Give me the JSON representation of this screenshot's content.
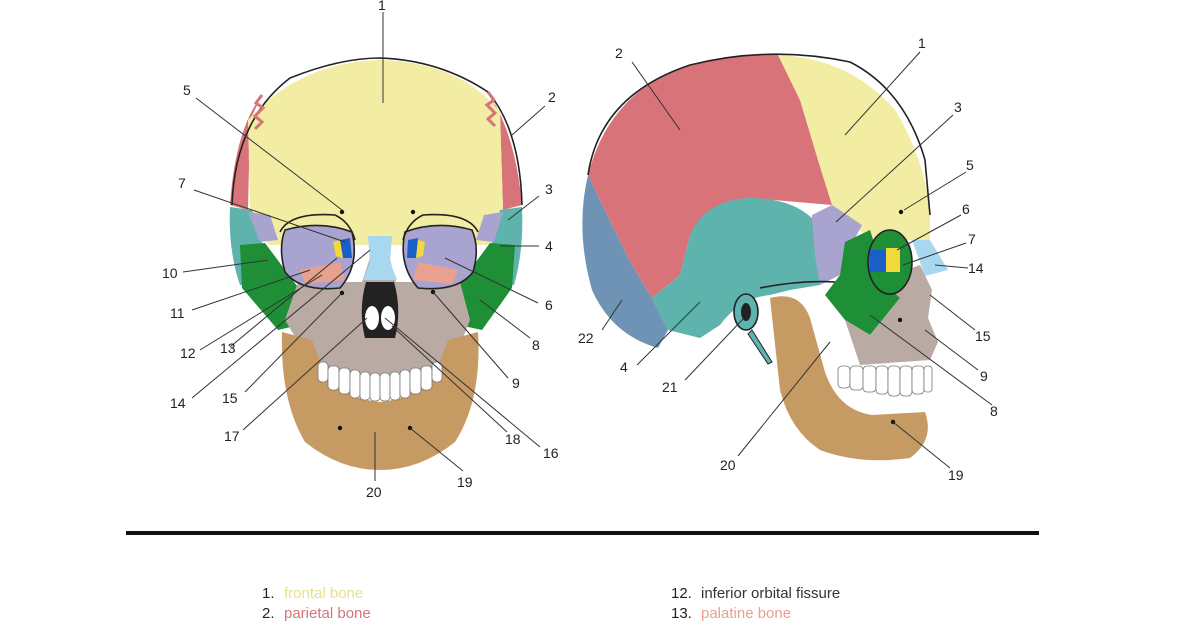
{
  "colors": {
    "frontal": "#f3eda3",
    "parietal": "#d8737a",
    "sphenoid": "#a9a3cf",
    "temporal": "#5fb3ad",
    "zygomatic": "#1e8f36",
    "maxilla": "#b9aaa3",
    "mandible": "#c69a63",
    "nasal": "#a8d8ef",
    "occipital": "#6f93b4",
    "lacrimal": "#1a5ec7",
    "ethmoid": "#f2d93a",
    "palatine": "#e8a08f",
    "outline": "#222222"
  },
  "front_labels": [
    "1",
    "2",
    "3",
    "4",
    "5",
    "6",
    "7",
    "8",
    "9",
    "10",
    "11",
    "12",
    "13",
    "14",
    "15",
    "16",
    "17",
    "18",
    "19",
    "20"
  ],
  "side_labels": [
    "1",
    "2",
    "3",
    "4",
    "5",
    "6",
    "7",
    "8",
    "9",
    "14",
    "15",
    "19",
    "20",
    "21",
    "22"
  ],
  "legend": {
    "left": [
      {
        "num": "1.",
        "text": "frontal bone",
        "color": "#e9e08a"
      },
      {
        "num": "2.",
        "text": "parietal bone",
        "color": "#d8737a"
      }
    ],
    "right": [
      {
        "num": "12.",
        "text": "inferior orbital fissure",
        "color": "#333333"
      },
      {
        "num": "13.",
        "text": "palatine bone",
        "color": "#e8a08f"
      }
    ]
  }
}
